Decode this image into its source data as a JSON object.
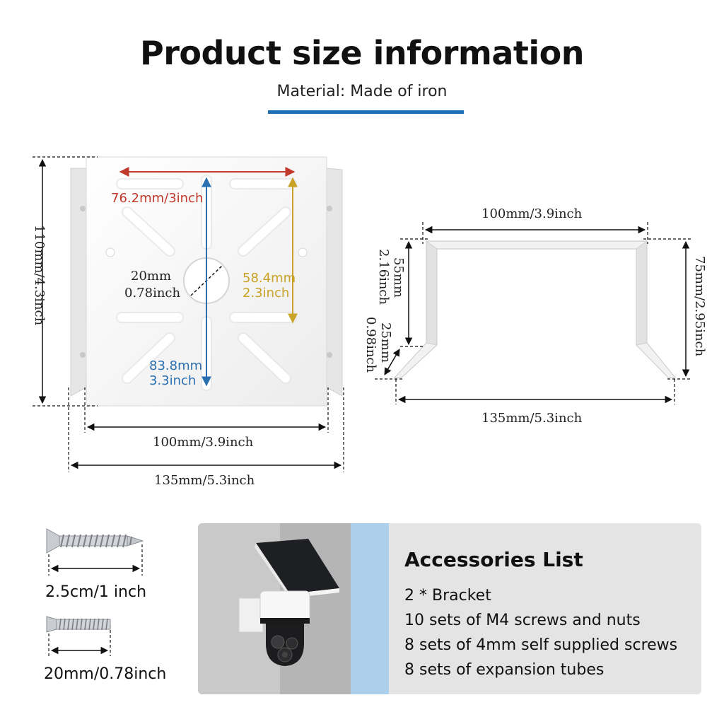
{
  "header": {
    "title": "Product size information",
    "subtitle": "Material: Made of iron",
    "accent_color": "#1f6fb4"
  },
  "plate": {
    "height_label": "110mm/4.3inch",
    "inner_width_label": "100mm/3.9inch",
    "outer_width_label": "135mm/5.3inch",
    "slot_span_label": "76.2mm/3inch",
    "slot_span_color": "#c0392b",
    "vertical_span_label_1": "58.4mm",
    "vertical_span_label_2": "2.3inch",
    "vertical_span_color": "#c9a227",
    "long_span_label_1": "83.8mm",
    "long_span_label_2": "3.3inch",
    "long_span_color": "#2a6fb0",
    "hole_label_1": "20mm",
    "hole_label_2": "0.78inch"
  },
  "side_view": {
    "top_width_label": "100mm/3.9inch",
    "bottom_width_label": "135mm/5.3inch",
    "height_label": "75mm/2.95inch",
    "upper_height_label_1": "55mm",
    "upper_height_label_2": "2.16inch",
    "flange_label_1": "25mm",
    "flange_label_2": "0.98inch"
  },
  "screws": [
    {
      "label": "2.5cm/1 inch",
      "icon": "wood-screw-icon"
    },
    {
      "label": "20mm/0.78inch",
      "icon": "machine-screw-icon"
    }
  ],
  "accessories": {
    "title": "Accessories List",
    "items": [
      "2 * Bracket",
      "10 sets of M4 screws and nuts",
      "8 sets of 4mm self supplied screws",
      "8 sets of expansion tubes"
    ],
    "illustration": "solar-camera-icon"
  }
}
